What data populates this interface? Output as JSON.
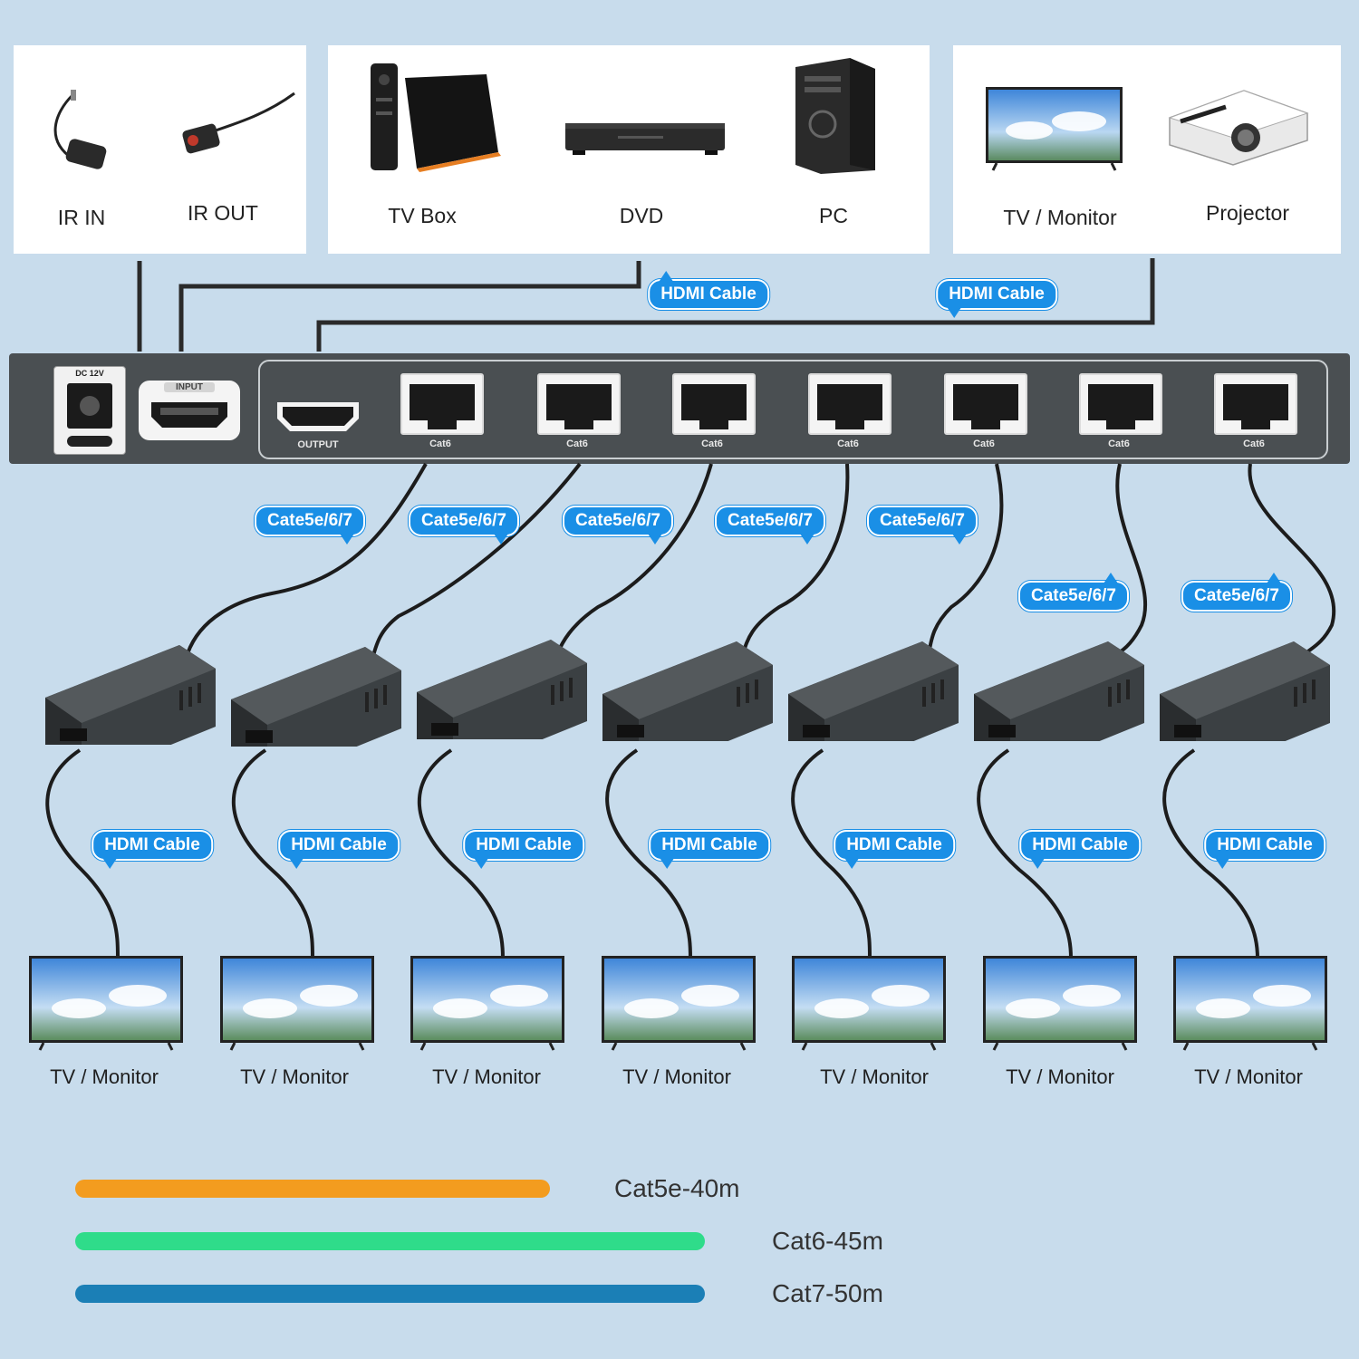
{
  "top_panels": {
    "ir": {
      "items": [
        {
          "label": "IR IN"
        },
        {
          "label": "IR OUT"
        }
      ]
    },
    "sources": {
      "items": [
        {
          "label": "TV Box"
        },
        {
          "label": "DVD"
        },
        {
          "label": "PC"
        }
      ]
    },
    "displays": {
      "items": [
        {
          "label": "TV / Monitor"
        },
        {
          "label": "Projector"
        }
      ]
    }
  },
  "cables": {
    "hdmi_label": "HDMI Cable",
    "cat_label": "Cate5e/6/7"
  },
  "splitter": {
    "dc_label": "DC 12V",
    "input_label": "INPUT",
    "output_label": "OUTPUT",
    "port_label": "Cat6",
    "port_count": 7
  },
  "receivers": {
    "count": 7
  },
  "outputs": {
    "tv_labels": [
      "TV / Monitor",
      "TV / Monitor",
      "TV / Monitor",
      "TV / Monitor",
      "TV / Monitor",
      "TV / Monitor",
      "TV / Monitor"
    ]
  },
  "legend": {
    "items": [
      {
        "label": "Cat5e-40m",
        "color": "#f39c1f",
        "distance": 40
      },
      {
        "label": "Cat6-45m",
        "color": "#2fdc8a",
        "distance": 45
      },
      {
        "label": "Cat7-50m",
        "color": "#1b7fb6",
        "distance": 50
      }
    ]
  },
  "colors": {
    "background": "#c8dcec",
    "bubble": "#1a8fe6",
    "device_body": "#4a4f52"
  }
}
